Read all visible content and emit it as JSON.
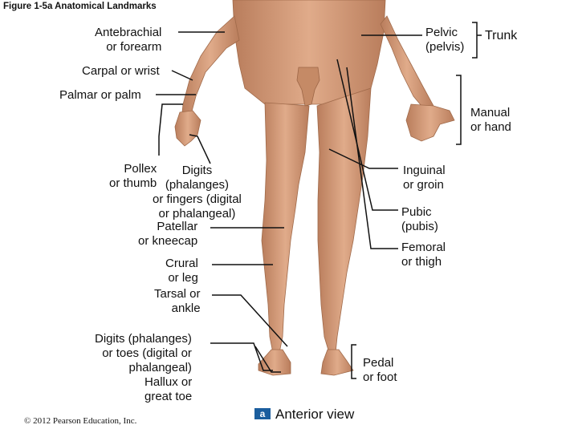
{
  "figure": {
    "title": "Figure 1-5a  Anatomical Landmarks",
    "view_badge": "a",
    "view_label": "Anterior view",
    "copyright": "© 2012 Pearson Education, Inc."
  },
  "labels": {
    "antebrachial": "Antebrachial\nor forearm",
    "carpal": "Carpal or wrist",
    "palmar": "Palmar or palm",
    "pollex": "Pollex\nor thumb",
    "digits_hand": "Digits\n(phalanges)\nor fingers (digital\nor phalangeal)",
    "patellar": "Patellar\nor kneecap",
    "crural": "Crural\nor leg",
    "tarsal": "Tarsal or\nankle",
    "digits_foot": "Digits (phalanges)\nor toes (digital or\nphalangeal)",
    "hallux": "Hallux or\ngreat toe",
    "pelvic": "Pelvic\n(pelvis)",
    "trunk": "Trunk",
    "manual": "Manual\nor hand",
    "inguinal": "Inguinal\nor groin",
    "pubic": "Pubic\n(pubis)",
    "femoral": "Femoral\nor thigh",
    "pedal": "Pedal\nor foot"
  },
  "colors": {
    "skin": "#d9a07e",
    "skin_shadow": "#b97d5c",
    "leader": "#111111"
  }
}
